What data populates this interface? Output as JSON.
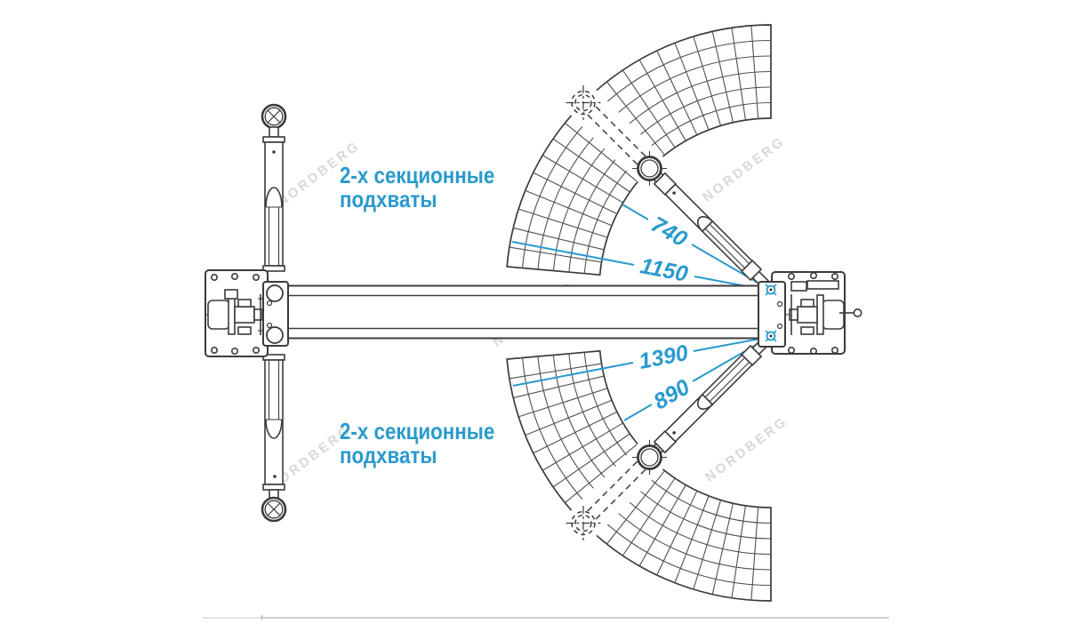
{
  "diagram": {
    "annotation_top": {
      "line1": "2-х секционные",
      "line2": "подхваты"
    },
    "annotation_bottom": {
      "line1": "2-х секционные",
      "line2": "подхваты"
    },
    "dimensions": {
      "arm_top_retracted": "740",
      "arm_top_extended": "1150",
      "arm_bottom_extended": "1390",
      "arm_bottom_retracted": "890"
    },
    "watermark": "NORDBERG",
    "colors": {
      "accent": "#2a9ace",
      "draw": "#3b3b3b",
      "grid": "#4f4f4f",
      "watermark": "#cfcfcf"
    }
  }
}
